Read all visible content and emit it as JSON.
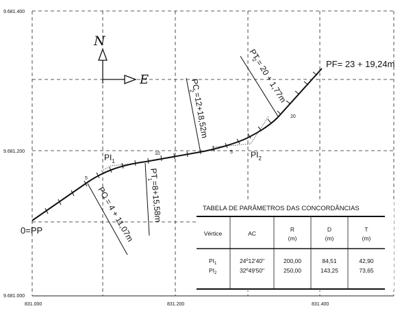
{
  "axes": {
    "x_labels": [
      "831.000",
      "831.200",
      "831.400"
    ],
    "y_labels": [
      "9.681.400",
      "9.681.200",
      "9.681.000"
    ]
  },
  "compass": {
    "north": "N",
    "east": "E"
  },
  "stations": {
    "pp": "0=PP",
    "pc1": "PC  = 4 + 11,07m",
    "pt1": "PT  =8+15,58m",
    "pc2": "PC  =12+18,52m",
    "pt2": "PT  = 20 + 1,77m",
    "pf": "PF= 23 + 19,24m",
    "sub1": "1",
    "sub2": "2"
  },
  "pi_labels": {
    "pi1": "PI",
    "pi2": "PI",
    "sub1": "1",
    "sub2": "2"
  },
  "tick_labels": [
    "5",
    "10",
    "5",
    "20"
  ],
  "table": {
    "title": "TABELA DE PARÂMETROS DAS CONCORDÂNCIAS",
    "headers": [
      {
        "label": "Vértice",
        "unit": ""
      },
      {
        "label": "AC",
        "unit": ""
      },
      {
        "label": "R",
        "unit": "(m)"
      },
      {
        "label": "D",
        "unit": "(m)"
      },
      {
        "label": "T",
        "unit": "(m)"
      }
    ],
    "rows": [
      {
        "vertex": "PI",
        "sub": "1",
        "ac": "24º12'40\"",
        "r": "200,00",
        "d": "84,51",
        "t": "42,90"
      },
      {
        "vertex": "PI",
        "sub": "2",
        "ac": "32º49'50\"",
        "r": "250,00",
        "d": "143,25",
        "t": "73,65"
      }
    ]
  }
}
